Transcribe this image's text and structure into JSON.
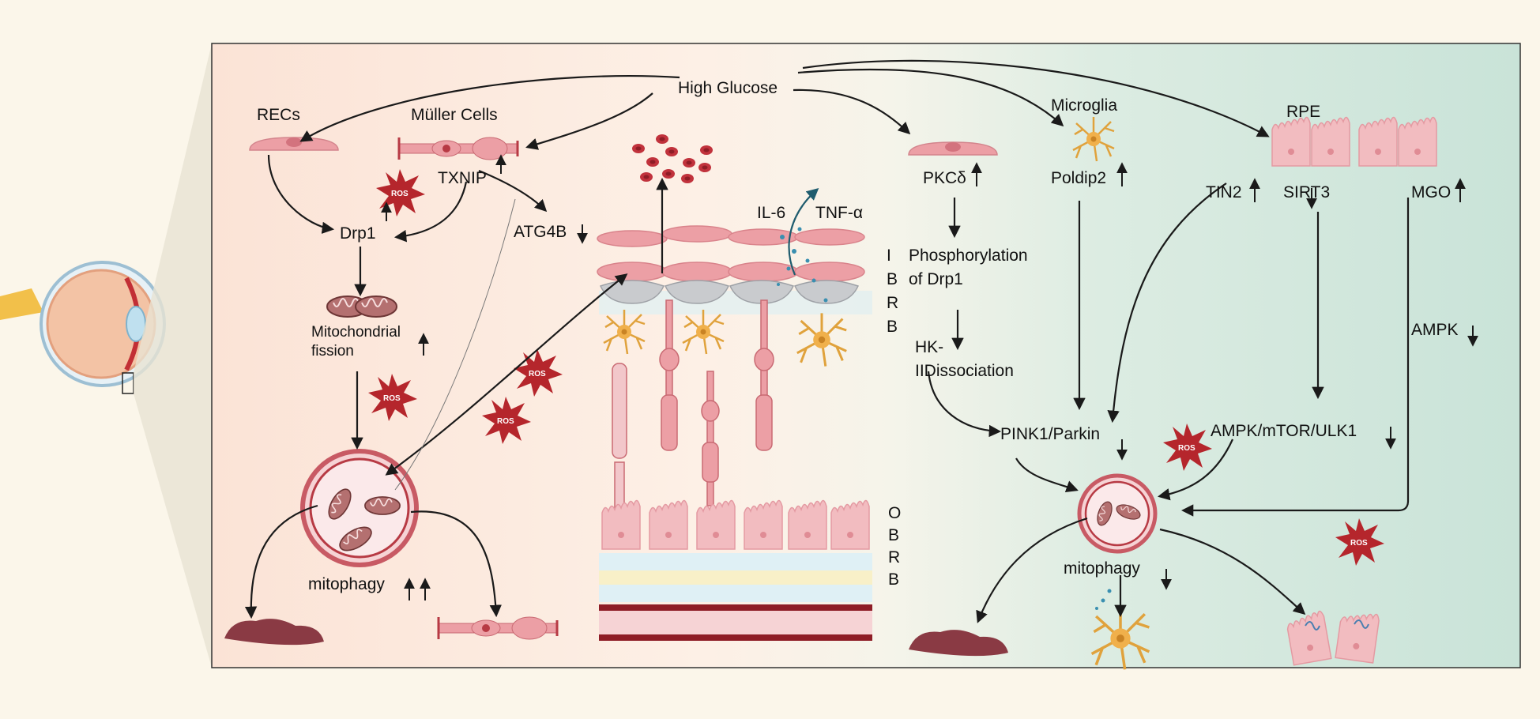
{
  "colors": {
    "background": "#fbf6ea",
    "panel_left": "#fbe6da",
    "panel_right": "#cfe6dc",
    "cell_pink": "#ec9fa5",
    "cell_dark_red": "#b73a44",
    "ros_red": "#b5262c",
    "glial_gold": "#f0b04b",
    "arrow": "#1a1a1a"
  },
  "labels": {
    "high_glucose": "High Glucose",
    "recs": "RECs",
    "muller_cells": "Müller Cells",
    "txnip": "TXNIP",
    "drp1": "Drp1",
    "atg4b": "ATG4B",
    "mito_fission_1": "Mitochondrial",
    "mito_fission_2": "fission",
    "mitophagy_left": "mitophagy",
    "il6": "IL-6",
    "tnfa": "TNF-α",
    "ibrb": [
      "I",
      "B",
      "R",
      "B"
    ],
    "obrb": [
      "O",
      "B",
      "R",
      "B"
    ],
    "pkcd": "PKCδ",
    "phospho_1": "Phosphorylation",
    "phospho_2": "of Drp1",
    "hk_1": "HK-",
    "hk_2": "IIDissociation",
    "microglia": "Microglia",
    "poldip2": "Poldip2",
    "pink1": "PINK1/Parkin",
    "rpe": "RPE",
    "tin2": "TIN2",
    "sirt3": "SIRT3",
    "mgo": "MGO",
    "ampk": "AMPK",
    "ampk_mtor": "AMPK/mTOR/ULK1",
    "mitophagy_right": "mitophagy",
    "ros": "ROS"
  },
  "icons": [
    "eye-icon",
    "rec-cell-icon",
    "muller-cell-icon",
    "mitochondrion-icon",
    "autophagosome-icon",
    "ros-burst-icon",
    "microglia-icon",
    "rpe-cell-icon",
    "red-blood-cell-icon",
    "debris-icon"
  ]
}
